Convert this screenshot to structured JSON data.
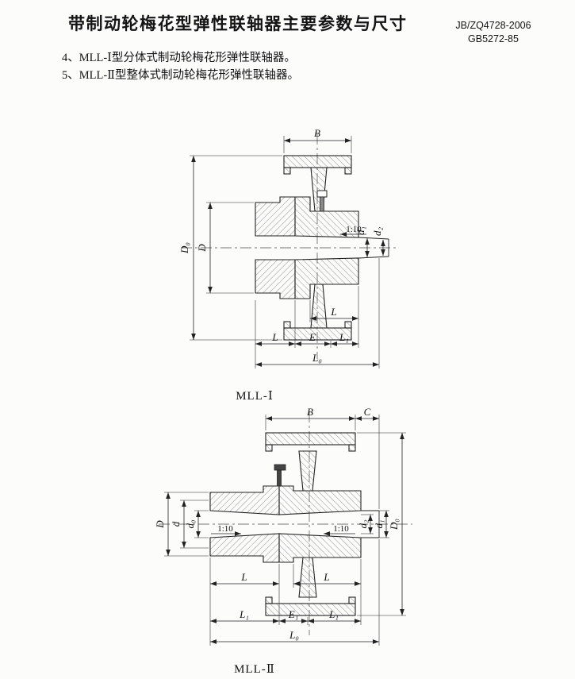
{
  "header": {
    "title": "带制动轮梅花型弹性联轴器主要参数与尺寸",
    "standard_codes": [
      "JB/ZQ4728-2006",
      "GB5272-85"
    ]
  },
  "notes": [
    "4、MLL-Ⅰ型分体式制动轮梅花形弹性联轴器。",
    "5、MLL-Ⅱ型整体式制动轮梅花形弹性联轴器。"
  ],
  "figure1": {
    "caption": "MLL-Ⅰ",
    "dims": {
      "B": "B",
      "D0": "D₀",
      "D": "D",
      "d1": "d₁",
      "d2": "d₂",
      "taper": "1:10",
      "L_hub": "L",
      "L": "L",
      "E": "E",
      "L1": "L₁",
      "L0": "L₀"
    }
  },
  "figure2": {
    "caption": "MLL-Ⅱ",
    "dims": {
      "B": "B",
      "C": "C",
      "D": "D",
      "d": "d",
      "d0": "d₀",
      "d2": "d₂",
      "d1": "d₁",
      "D0": "D₀",
      "taper_left": "1:10",
      "taper_right": "1:10",
      "L_left": "L",
      "L_right": "L",
      "L1_left": "L₁",
      "E1": "E₁",
      "L1_right": "L₁",
      "L0": "L₀"
    }
  }
}
